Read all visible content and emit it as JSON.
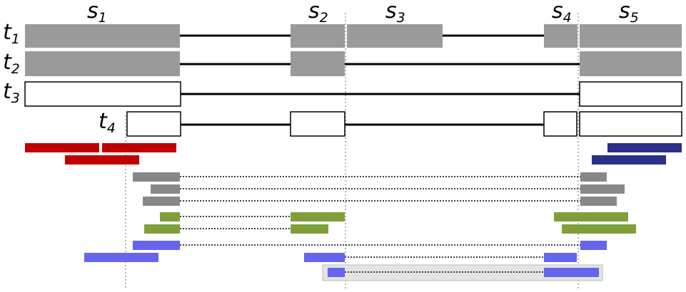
{
  "segment_labels": [
    {
      "letter": "s",
      "index": "1"
    },
    {
      "letter": "s",
      "index": "2"
    },
    {
      "letter": "s",
      "index": "3"
    },
    {
      "letter": "s",
      "index": "4"
    },
    {
      "letter": "s",
      "index": "5"
    }
  ],
  "transcript_labels": [
    {
      "letter": "t",
      "index": "1"
    },
    {
      "letter": "t",
      "index": "2"
    },
    {
      "letter": "t",
      "index": "3"
    },
    {
      "letter": "t",
      "index": "4"
    }
  ],
  "colors": {
    "gray_fill": "#9a9a9a",
    "outline": "#000000",
    "dotted_line": "#888888",
    "red": "#c00000",
    "navy": "#2b2f86",
    "read_gray": "#888888",
    "olive": "#7fa038",
    "blue": "#6565ee",
    "highlight_box": "#e4e4e4"
  }
}
